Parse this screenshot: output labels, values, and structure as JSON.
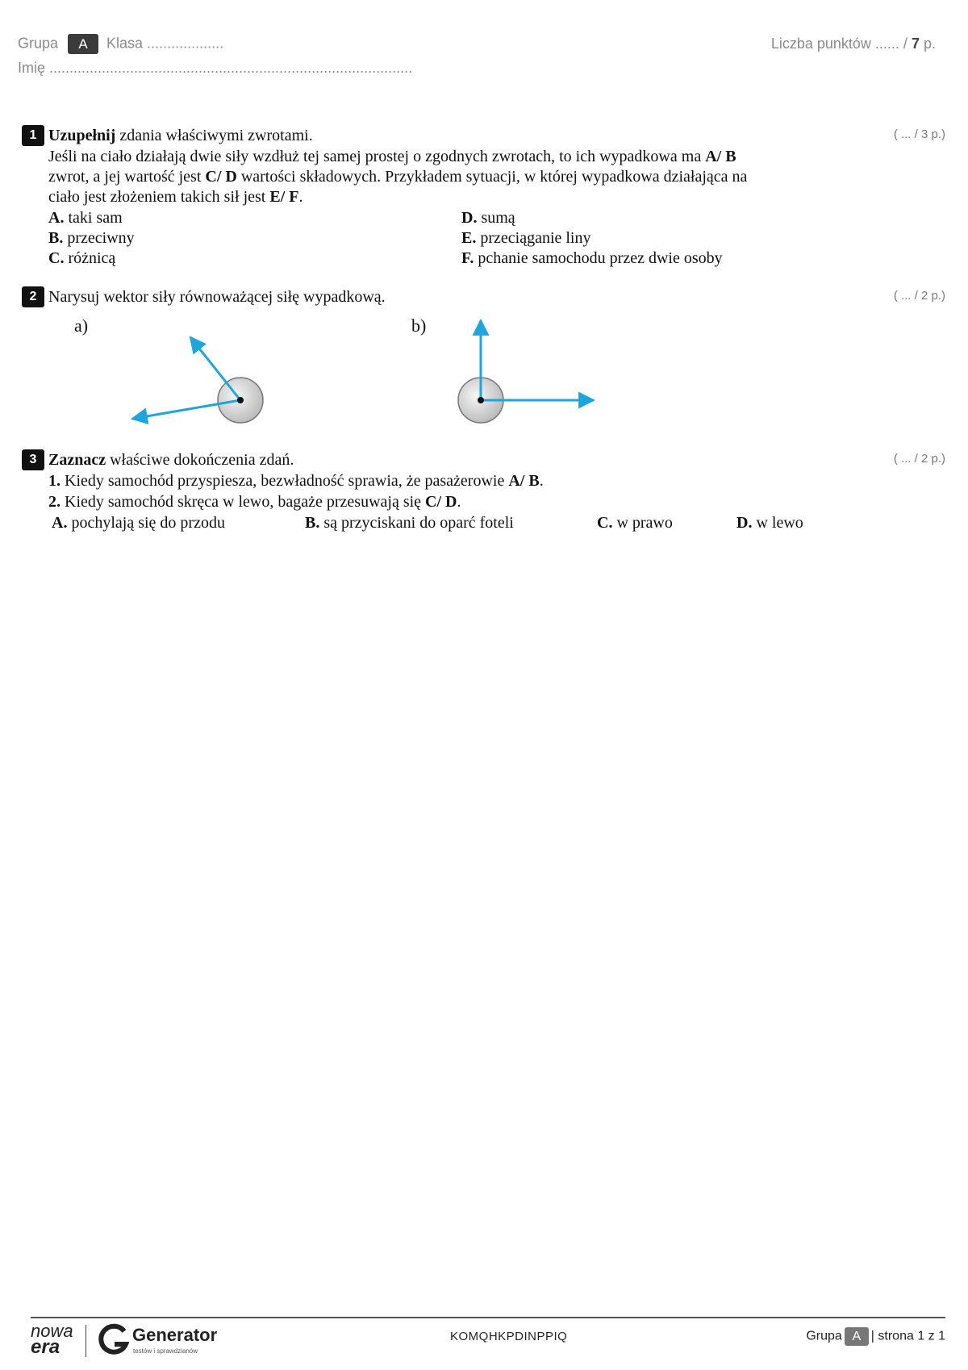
{
  "header": {
    "group_label": "Grupa",
    "group_value": "A",
    "class_label": "Klasa ...................",
    "name_label": "Imię ..........................................................................................",
    "points_prefix": "Liczba punktów ...... /",
    "points_total": "7",
    "points_suffix": "p."
  },
  "q1": {
    "number": "1",
    "instruction_bold": "Uzupełnij",
    "instruction_rest": " zdania właściwymi zwrotami.",
    "points": "( ... / 3 p.)",
    "line1_text": "Jeśli na ciało działają dwie siły wzdłuż tej samej prostej o zgodnych zwrotach, to ich wypadkowa ma ",
    "line1_choice": "A/ B",
    "line2_a": "zwrot, a jej wartość jest ",
    "line2_choice": "C/ D",
    "line2_b": " wartości składowych. Przykładem sytuacji, w której wypadkowa działająca na",
    "line3_text": "ciało jest złożeniem takich sił jest ",
    "line3_choice": "E/ F",
    "line3_end": ".",
    "options": [
      {
        "letter": "A.",
        "text": " taki sam"
      },
      {
        "letter": "B.",
        "text": " przeciwny"
      },
      {
        "letter": "C.",
        "text": " różnicą"
      },
      {
        "letter": "D.",
        "text": " sumą"
      },
      {
        "letter": "E.",
        "text": " przeciąganie liny"
      },
      {
        "letter": "F.",
        "text": " pchanie samochodu przez dwie osoby"
      }
    ]
  },
  "q2": {
    "number": "2",
    "instruction": "Narysuj wektor siły równoważącej siłę wypadkową.",
    "points": "( ... / 2 p.)",
    "label_a": "a)",
    "label_b": "b)",
    "arrow_color": "#1ea5dc"
  },
  "q3": {
    "number": "3",
    "instruction_bold": "Zaznacz",
    "instruction_rest": " właściwe dokończenia zdań.",
    "points": "( ... / 2 p.)",
    "s1_num": "1.",
    "s1_text": " Kiedy samochód przyspiesza, bezwładność sprawia, że pasażerowie ",
    "s1_choice": "A/ B",
    "s1_end": ".",
    "s2_num": "2.",
    "s2_text": " Kiedy samochód skręca w lewo, bagaże przesuwają się ",
    "s2_choice": "C/ D",
    "s2_end": ".",
    "options": [
      {
        "letter": "A.",
        "text": " pochylają się do przodu"
      },
      {
        "letter": "B.",
        "text": " są przyciskani do oparć foteli"
      },
      {
        "letter": "C.",
        "text": " w prawo"
      },
      {
        "letter": "D.",
        "text": " w lewo"
      }
    ]
  },
  "footer": {
    "logo_top": "nowa",
    "logo_bottom": "era",
    "generator": "Generator",
    "generator_sub": "testów i sprawdzianów",
    "code": "KOMQHKPDINPPIQ",
    "group_label": "Grupa",
    "group_value": "A",
    "page_text": "| strona 1 z 1"
  }
}
